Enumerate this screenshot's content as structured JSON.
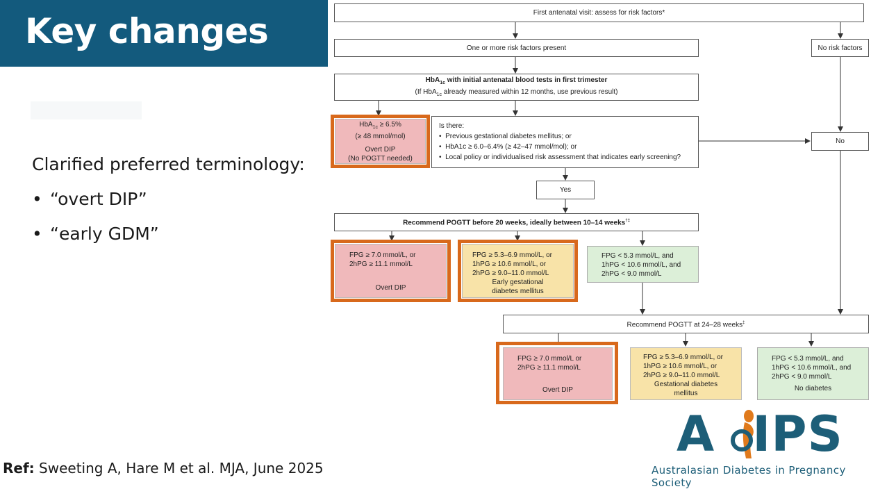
{
  "slide": {
    "title": "Key changes",
    "body_heading": "Clarified preferred terminology:",
    "bullets": [
      "“overt DIP”",
      "“early GDM”"
    ],
    "ref_label": "Ref:",
    "ref_text": "Sweeting A, Hare M et al. MJA, June 2025"
  },
  "flowchart": {
    "first_visit": "First antenatal visit: assess for risk factors*",
    "risk_present": "One or more risk factors present",
    "no_risk": "No risk factors",
    "hba1c_title_a": "HbA",
    "hba1c_title_sub": "1c",
    "hba1c_title_b": " with initial antenatal blood tests in first trimester",
    "hba1c_note_a": "(If HbA",
    "hba1c_note_sub": "1c",
    "hba1c_note_b": " already measured within 12 months, use previous result)",
    "overt_first": {
      "line1_a": "HbA",
      "line1_sub": "1c",
      "line1_b": " ≥ 6.5%",
      "line2": "(≥ 48 mmol/mol)",
      "label": "Overt DIP",
      "note": "(No POGTT needed)"
    },
    "is_there": {
      "heading": "Is there:",
      "items": [
        "Previous gestational diabetes mellitus; or",
        "HbA1c ≥ 6.0–6.4% (≥ 42–47 mmol/mol); or",
        "Local policy or individualised risk assessment that indicates early screening?"
      ]
    },
    "no": "No",
    "yes": "Yes",
    "early_pogtt": "Recommend POGTT before 20 weeks, ideally between 10–14 weeks",
    "early_pogtt_mark": "†‡",
    "early_overt": {
      "lines": [
        "FPG ≥ 7.0 mmol/L, or",
        "2hPG ≥ 11.1 mmol/L"
      ],
      "label": "Overt DIP"
    },
    "early_gdm": {
      "lines": [
        "FPG ≥ 5.3–6.9 mmol/L, or",
        "1hPG ≥ 10.6 mmol/L, or",
        "2hPG ≥ 9.0–11.0 mmol/L"
      ],
      "label_lines": [
        "Early gestational",
        "diabetes mellitus"
      ]
    },
    "early_normal": {
      "lines": [
        "FPG < 5.3 mmol/L, and",
        "1hPG < 10.6 mmol/L, and",
        "2hPG < 9.0 mmol/L"
      ]
    },
    "late_pogtt": "Recommend POGTT at 24–28 weeks",
    "late_pogtt_mark": "‡",
    "late_overt": {
      "lines": [
        "FPG ≥ 7.0 mmol/L or",
        "2hPG ≥ 11.1 mmol/L"
      ],
      "label": "Overt DIP"
    },
    "late_gdm": {
      "lines": [
        "FPG ≥ 5.3–6.9 mmol/L, or",
        "1hPG ≥ 10.6 mmol/L, or",
        "2hPG ≥ 9.0–11.0 mmol/L"
      ],
      "label_lines": [
        "Gestational diabetes",
        "mellitus"
      ]
    },
    "late_normal": {
      "lines": [
        "FPG < 5.3 mmol/L, and",
        "1hPG < 10.6 mmol/L, and",
        "2hPG < 9.0 mmol/L"
      ],
      "label": "No diabetes"
    }
  },
  "logo": {
    "wordmark_a": "A",
    "wordmark_b": "IPS",
    "subtitle": "Australasian Diabetes in Pregnancy Society"
  },
  "colors": {
    "banner": "#135a7d",
    "highlight": "#d8691c",
    "red_box": "#f0b9bb",
    "yellow_box": "#f8e3a8",
    "green_box": "#dcefd8",
    "logo": "#1d5e78"
  }
}
